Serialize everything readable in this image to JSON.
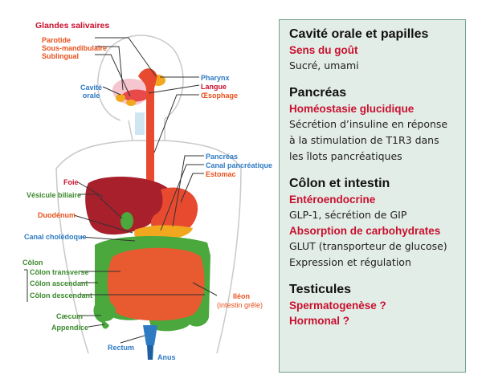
{
  "diagram": {
    "labels": {
      "glandes_salivaires": "Glandes salivaires",
      "parotide": "Parotide",
      "sous_mandibulaire": "Sous-mandibulaire",
      "sublingual": "Sublingual",
      "cavite_orale": "Cavité\norale",
      "pharynx": "Pharynx",
      "langue": "Langue",
      "oesophage": "Œsophage",
      "pancreas": "Pancréas",
      "canal_pancreatique": "Canal pancréatique",
      "estomac": "Estomac",
      "foie": "Foie",
      "vesicule_biliaire": "Vésicule biliaire",
      "duodenum": "Duodénum",
      "canal_choledoque": "Canal cholédoque",
      "colon": "Côlon",
      "colon_transverse": "Côlon transverse",
      "colon_ascendant": "Côlon ascendant",
      "colon_descendant": "Côlon descendant",
      "ileon": "Iléon",
      "intestin_grele": "(intestin grêle)",
      "caecum": "Cæcum",
      "appendice": "Appendice",
      "rectum": "Rectum",
      "anus": "Anus"
    }
  },
  "panel": {
    "sections": [
      {
        "title": "Cavité orale et papilles",
        "items": [
          {
            "heading": "Sens du goût",
            "text": "Sucré, umami"
          }
        ]
      },
      {
        "title": "Pancréas",
        "items": [
          {
            "heading": "Homéostasie glucidique",
            "text": "Sécrétion d’insuline en réponse\nà la stimulation de T1R3 dans\nles îlots pancréatiques"
          }
        ]
      },
      {
        "title": "Côlon et intestin",
        "items": [
          {
            "heading": "Entéroendocrine",
            "text": "GLP-1, sécrétion de GIP"
          },
          {
            "heading": "Absorption de carbohydrates",
            "text": "GLUT (transporteur de glucose)\nExpression et régulation"
          }
        ]
      },
      {
        "title": "Testicules",
        "items": [
          {
            "heading": "Spermatogenèse ?",
            "text": ""
          },
          {
            "heading": "Hormonal ?",
            "text": ""
          }
        ]
      }
    ]
  },
  "colors": {
    "red_label": "#c8102e",
    "orange_label": "#e8501c",
    "blue_label": "#2e7bc4",
    "green_label": "#3c8a2e",
    "panel_bg": "#e3ede7",
    "panel_border": "#6fa08a"
  }
}
